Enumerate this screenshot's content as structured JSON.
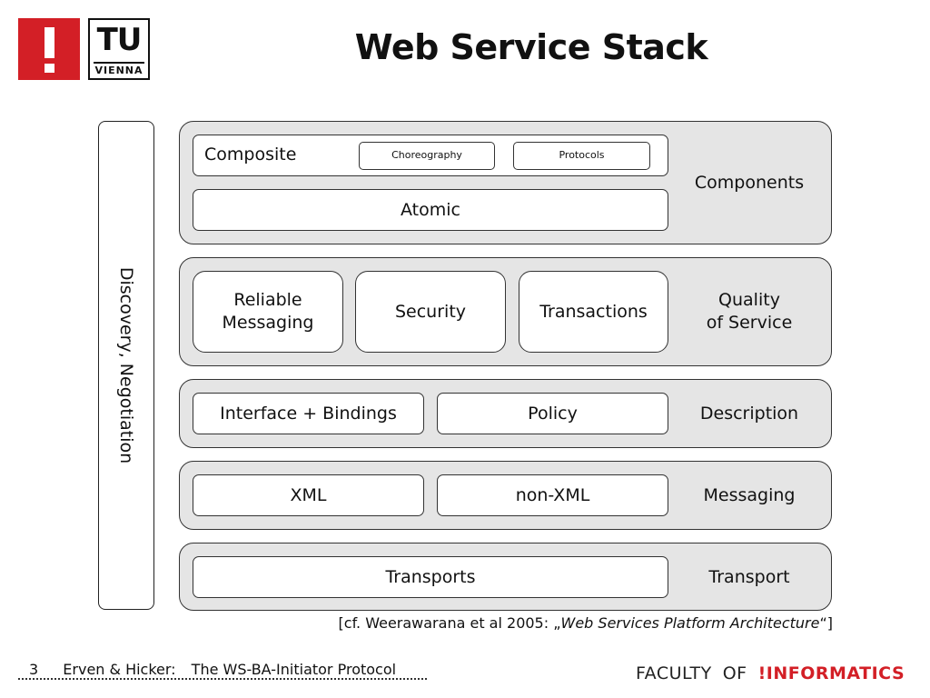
{
  "header": {
    "title": "Web Service Stack",
    "logo_tu": "TU",
    "logo_vienna": "VIENNA"
  },
  "side_bar": {
    "label": "Discovery, Negotiation"
  },
  "layers": {
    "components": {
      "label": "Components",
      "composite": "Composite",
      "choreography": "Choreography",
      "protocols": "Protocols",
      "atomic": "Atomic"
    },
    "quality": {
      "label_line1": "Quality",
      "label_line2": "of Service",
      "reliable_line1": "Reliable",
      "reliable_line2": "Messaging",
      "security": "Security",
      "transactions": "Transactions"
    },
    "description": {
      "label": "Description",
      "interface": "Interface + Bindings",
      "policy": "Policy"
    },
    "messaging": {
      "label": "Messaging",
      "xml": "XML",
      "non_xml": "non-XML"
    },
    "transport": {
      "label": "Transport",
      "transports": "Transports"
    }
  },
  "citation": {
    "prefix": "[cf. Weerawarana et al 2005: „",
    "title": "Web Services Platform Architecture",
    "suffix": "“]"
  },
  "footer": {
    "page_number": "3",
    "authors": "Erven & Hicker:",
    "talk_title": "The WS-BA-Initiator Protocol",
    "faculty": "FACULTY",
    "of": "OF",
    "informatics": "!INFORMATICS"
  },
  "colors": {
    "brand_red": "#d31f26",
    "layer_fill": "#e5e5e5"
  }
}
